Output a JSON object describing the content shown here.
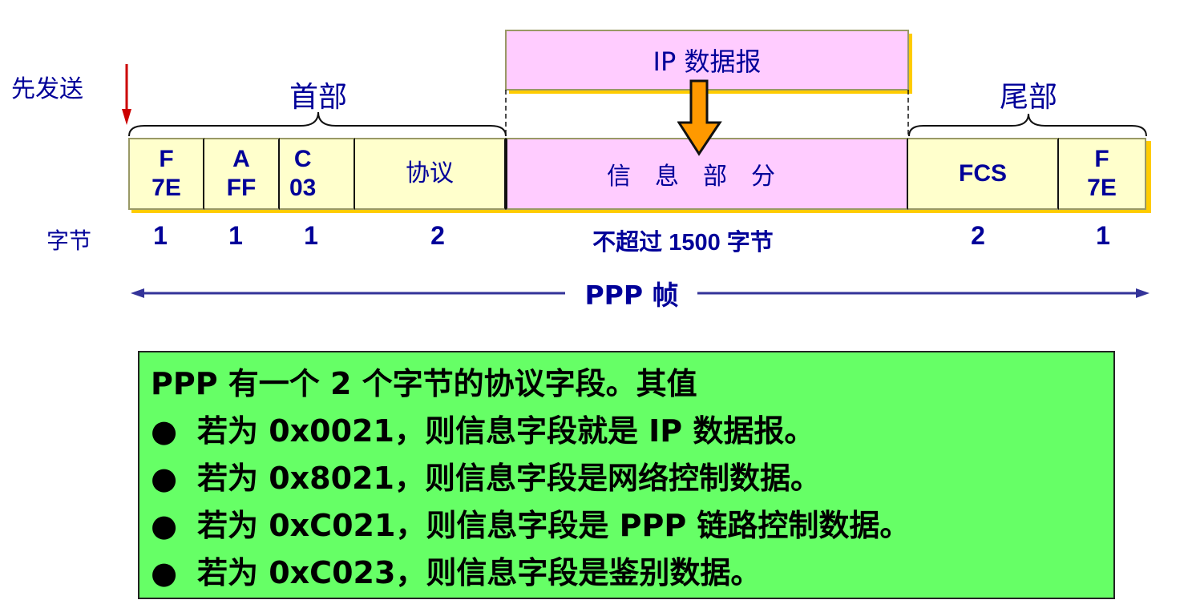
{
  "labels": {
    "send_first": "先发送",
    "header": "首部",
    "trailer": "尾部",
    "ip_datagram": "IP 数据报",
    "bytes": "字节",
    "ppp_frame": "PPP 帧"
  },
  "fields": [
    {
      "name": "F",
      "value": "7E",
      "bytes": "1"
    },
    {
      "name": "A",
      "value": "FF",
      "bytes": "1"
    },
    {
      "name": "C",
      "value": "03",
      "bytes": "1"
    },
    {
      "name": "协议",
      "value": "",
      "bytes": "2"
    },
    {
      "name": "信　息　部　分",
      "value": "",
      "bytes": "不超过 1500 字节"
    },
    {
      "name": "FCS",
      "value": "",
      "bytes": "2"
    },
    {
      "name": "F",
      "value": "7E",
      "bytes": "1"
    }
  ],
  "note": {
    "intro": "PPP 有一个 2 个字节的协议字段。其值",
    "bullet": "●",
    "items": [
      "若为 0x0021，则信息字段就是 IP 数据报。",
      "若为 0x8021，则信息字段是网络控制数据。",
      "若为 0xC021，则信息字段是 PPP 链路控制数据。",
      "若为 0xC023，则信息字段是鉴别数据。"
    ]
  },
  "colors": {
    "text": "#000099",
    "header_fill": "#ffffcc",
    "info_fill": "#ffccff",
    "shadow": "#ffcc00",
    "note_bg": "#66ff66",
    "arrow": "#ff9900",
    "send_arrow": "#cc0000"
  }
}
